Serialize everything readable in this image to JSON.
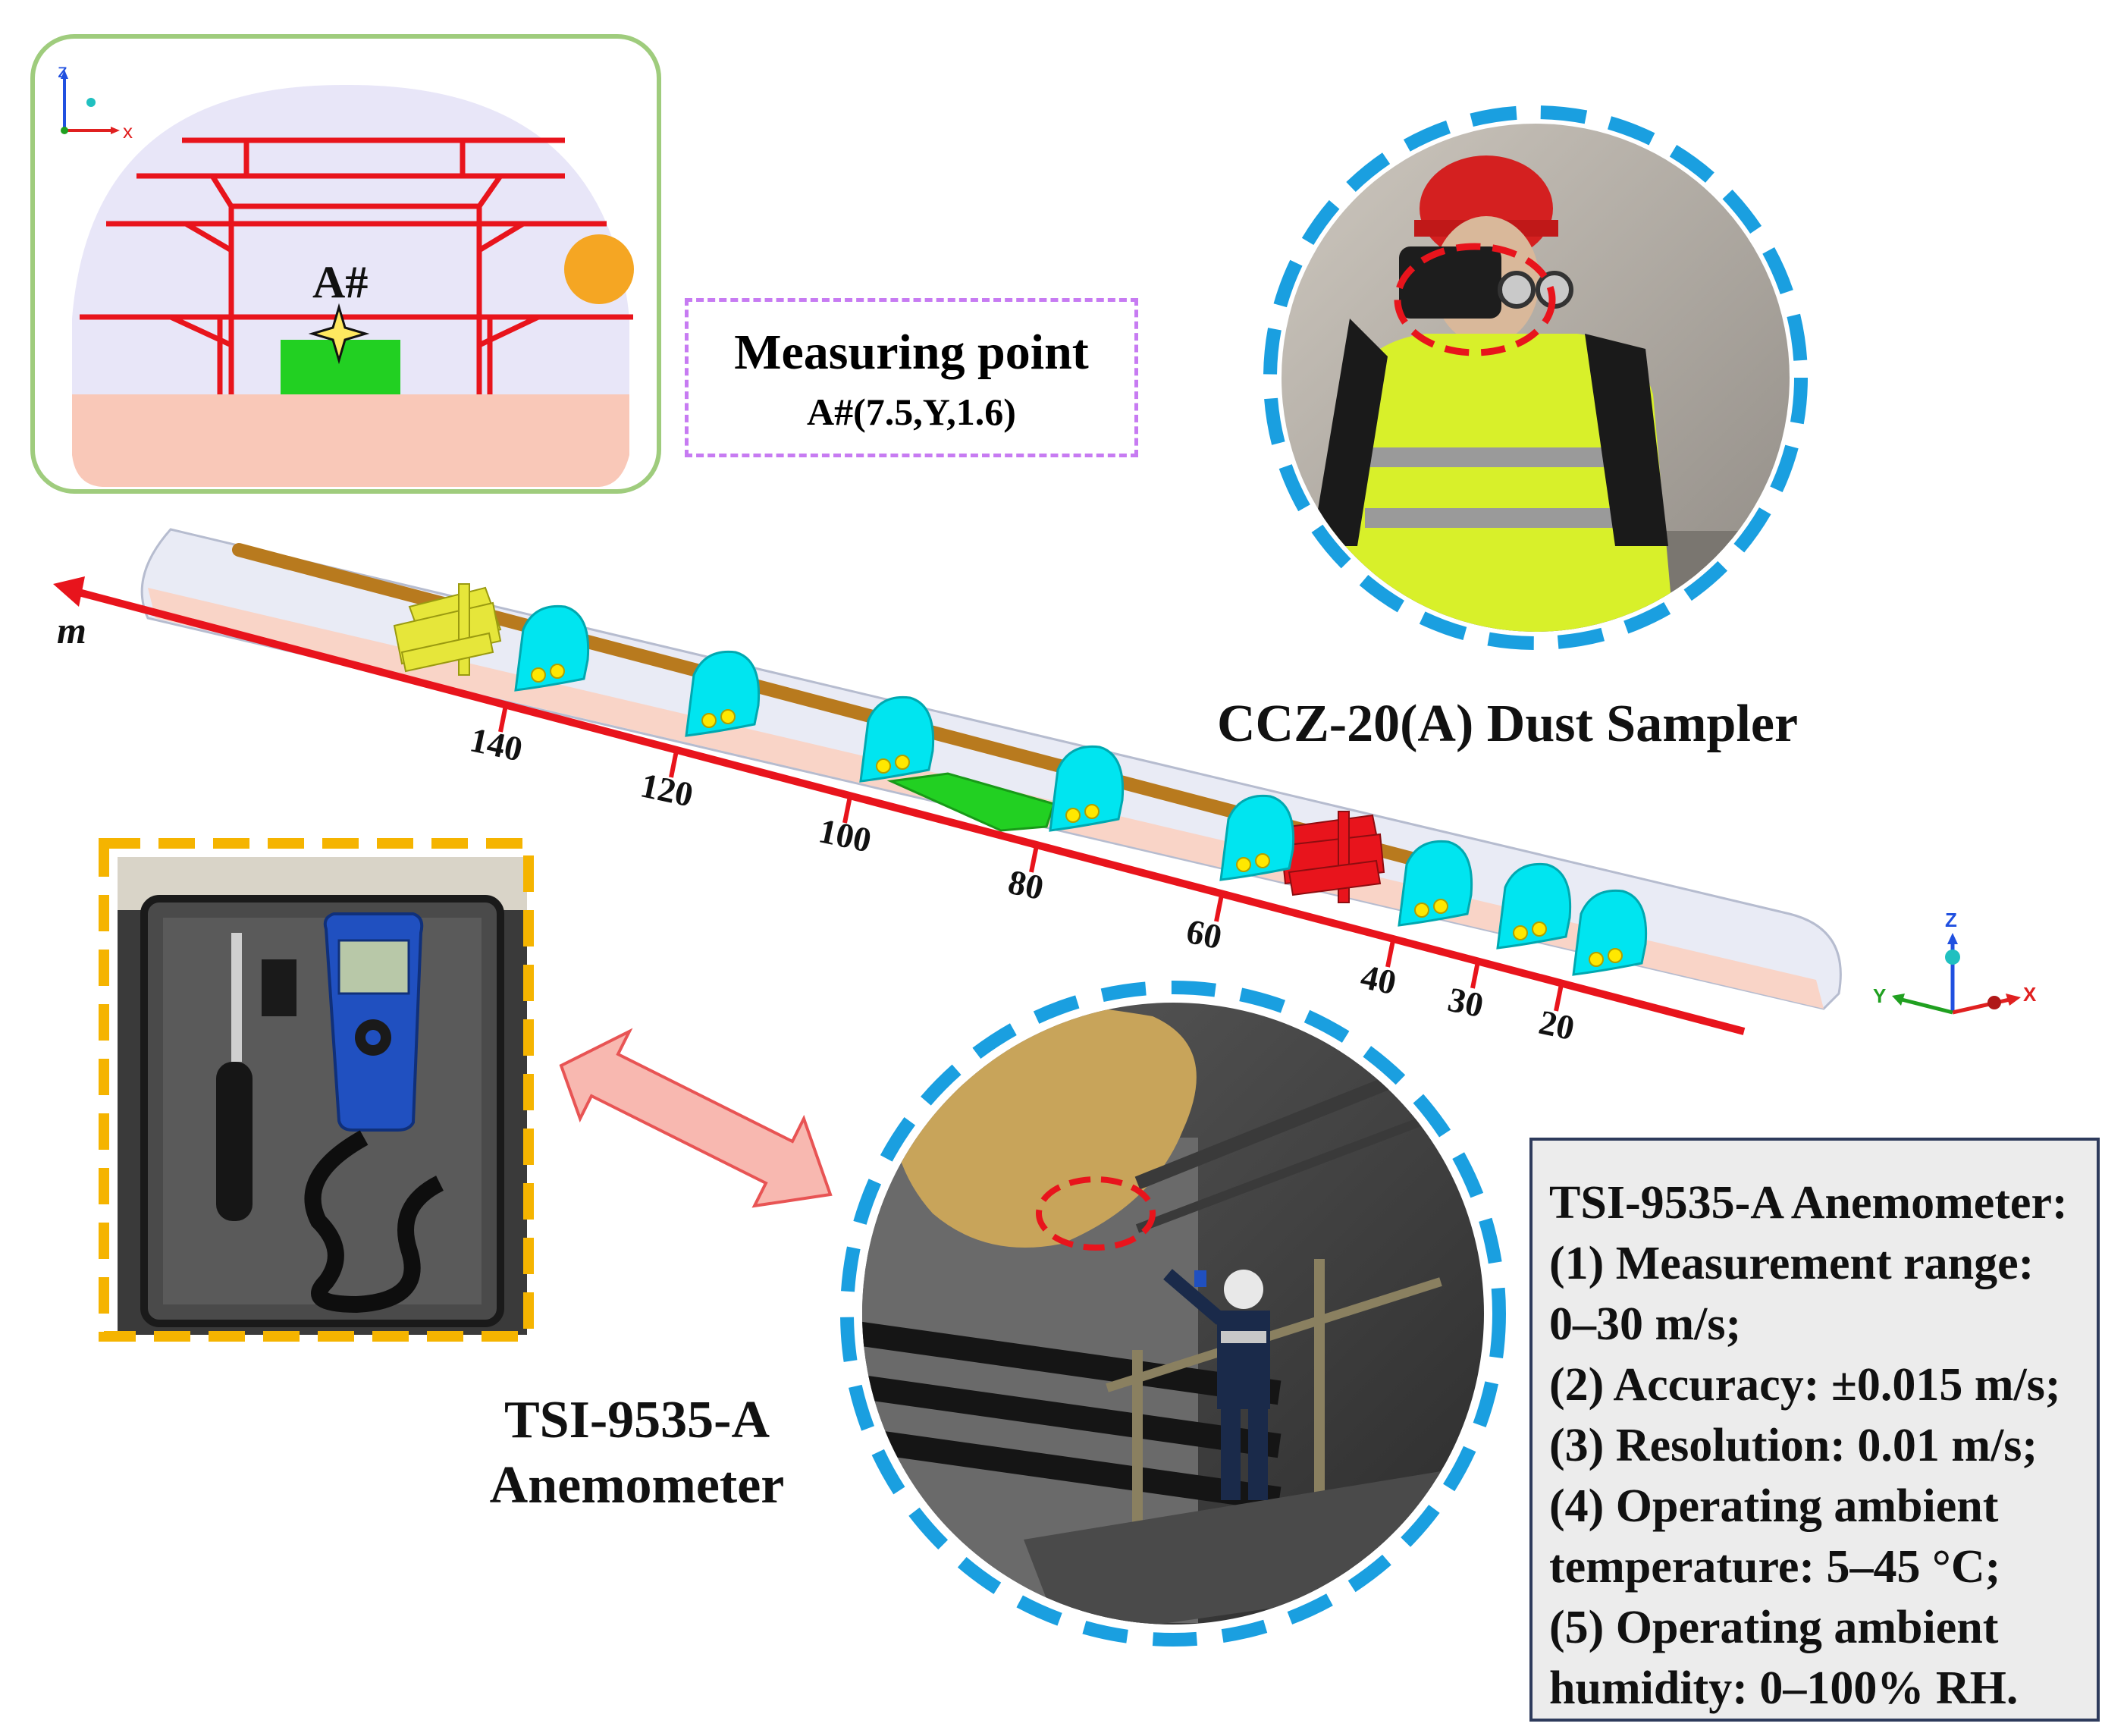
{
  "inset": {
    "point_label": "A#",
    "axis_z": "z",
    "axis_x": "x"
  },
  "measuring_point": {
    "title": "Measuring point",
    "coordinate": "A#(7.5,Y,1.6)"
  },
  "tunnel": {
    "axis_label": "m",
    "ticks": [
      "140",
      "120",
      "100",
      "80",
      "60",
      "40",
      "30",
      "20"
    ],
    "triad": {
      "z": "Z",
      "y": "Y",
      "x": "X"
    }
  },
  "dust_sampler": {
    "label": "CCZ-20(A) Dust Sampler"
  },
  "anemometer": {
    "label_line1": "TSI-9535-A",
    "label_line2": "Anemometer"
  },
  "specs": {
    "lines": [
      "TSI-9535-A Anemometer:",
      "(1) Measurement range:",
      "0–30 m/s;",
      "(2) Accuracy: ±0.015 m/s;",
      "(3) Resolution: 0.01 m/s;",
      "(4) Operating ambient",
      "temperature: 5–45 °C;",
      "(5) Operating ambient",
      "humidity: 0–100% RH."
    ]
  },
  "colors": {
    "frame_red": "#e8141c",
    "tunnel_cyan": "#00e5f0",
    "pipe_brown": "#b87a1e",
    "circle_blue": "#1a9fe0",
    "inset_border": "#9fcc7d",
    "mp_border": "#c77bf2",
    "case_border": "#f5b400",
    "arrow_fill": "#f8b8b0",
    "arrow_stroke": "#e85454",
    "green_pad": "#22d022",
    "sun_orange": "#f5a623"
  }
}
